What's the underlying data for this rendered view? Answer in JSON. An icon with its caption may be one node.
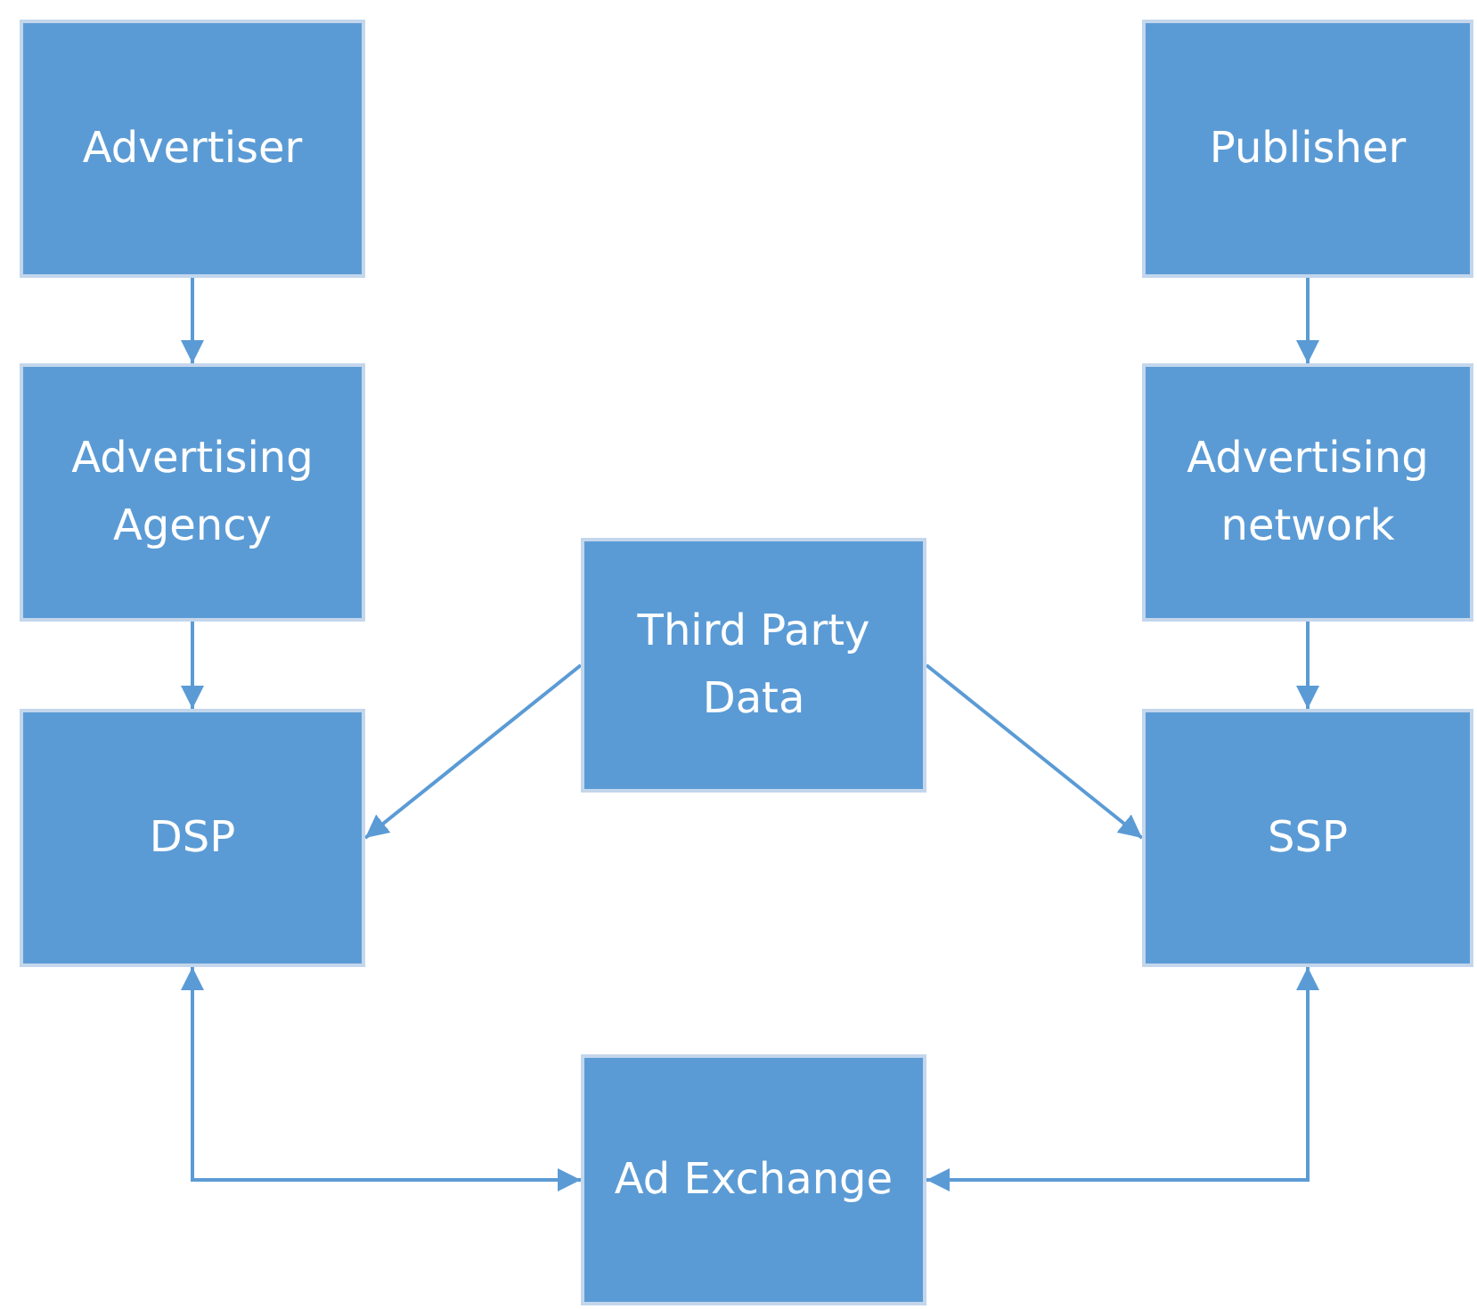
{
  "diagram": {
    "nodes": [
      {
        "text": [
          "Advertiser"
        ]
      },
      {
        "text": [
          "Advertising Agency"
        ]
      },
      {
        "text": [
          "DSP"
        ]
      },
      {
        "text": [
          "Publisher"
        ]
      },
      {
        "text": [
          "Advertising network"
        ]
      },
      {
        "text": [
          "SSP"
        ]
      },
      {
        "text": [
          "Third Party Data"
        ]
      },
      {
        "text": [
          "Ad Exchange"
        ]
      }
    ],
    "edges": [
      {
        "from": 0,
        "to": 1,
        "arrow": "to"
      },
      {
        "from": 1,
        "to": 2,
        "arrow": "to"
      },
      {
        "from": 3,
        "to": 4,
        "arrow": "to"
      },
      {
        "from": 4,
        "to": 5,
        "arrow": "to"
      },
      {
        "from": 6,
        "to": 2,
        "arrow": "to"
      },
      {
        "from": 6,
        "to": 5,
        "arrow": "to"
      },
      {
        "from": 2,
        "to": 7,
        "arrow": "both"
      },
      {
        "from": 5,
        "to": 7,
        "arrow": "both"
      }
    ]
  }
}
